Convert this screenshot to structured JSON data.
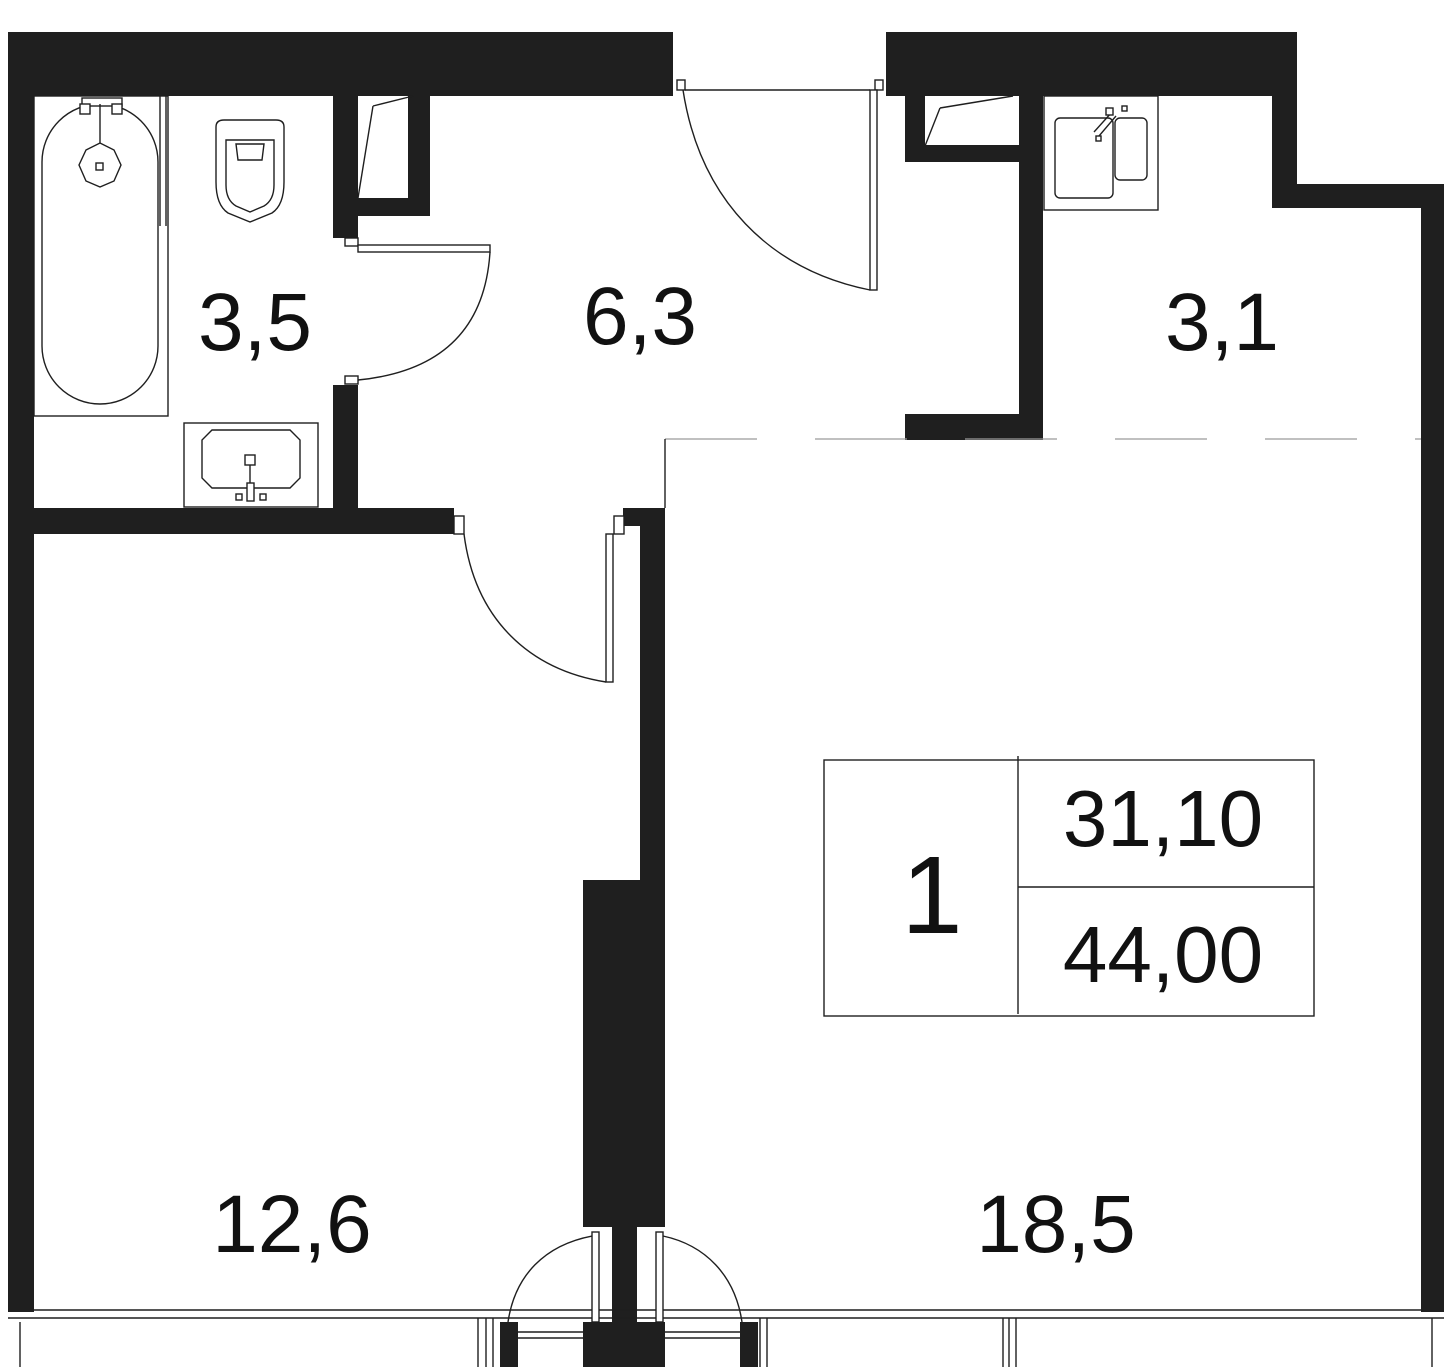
{
  "rooms": [
    {
      "id": "bathroom",
      "area": "3,5"
    },
    {
      "id": "hallway",
      "area": "6,3"
    },
    {
      "id": "kitchen",
      "area": "3,1"
    },
    {
      "id": "bedroom",
      "area": "12,6"
    },
    {
      "id": "living-room",
      "area": "18,5"
    }
  ],
  "summary": {
    "room_count": "1",
    "living_area": "31,10",
    "total_area": "44,00"
  },
  "colors": {
    "wall": "#1f1f1f",
    "line": "#1f1f1f",
    "background": "#ffffff"
  }
}
